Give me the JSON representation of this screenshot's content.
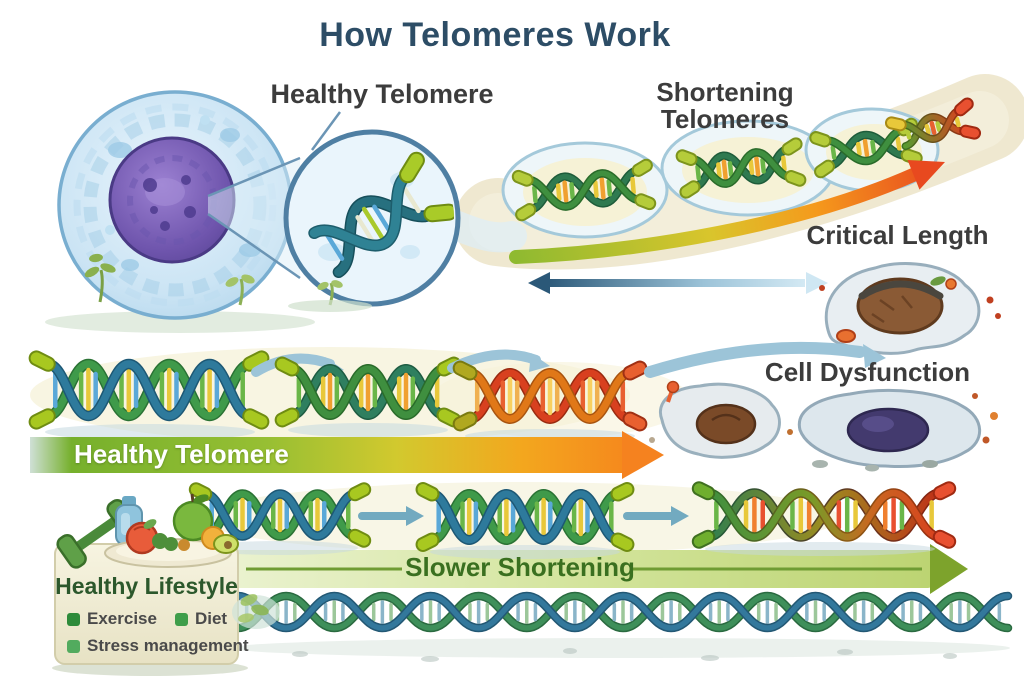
{
  "title": "How Telomeres Work",
  "sections": {
    "healthy_telomere_label": "Healthy Telomere",
    "shortening_telomeres_label": "Shortening Telomeres",
    "critical_length_label": "Critical Length",
    "cell_dysfunction_label": "Cell Dysfunction",
    "healthy_telomere_banner": "Healthy Telomere",
    "slower_shortening_banner": "Slower Shortening"
  },
  "lifestyle": {
    "title": "Healthy Lifestyle",
    "items": [
      {
        "label": "Exercise",
        "color": "#2e8b3a"
      },
      {
        "label": "Diet",
        "color": "#3f9e4a"
      },
      {
        "label": "Stress management",
        "color": "#52ab5e"
      }
    ]
  },
  "colors": {
    "title_text": "#2d4d66",
    "label_text": "#3c3c3c",
    "banner_text": "#ffffff",
    "slower_text": "#3a7020",
    "lifestyle_title": "#2c582c",
    "healthy_gradient_start": "#76b02c",
    "healthy_gradient_end": "#f5821f",
    "critical_red": "#e8491f",
    "slower_band_green": "#c2da7e"
  }
}
